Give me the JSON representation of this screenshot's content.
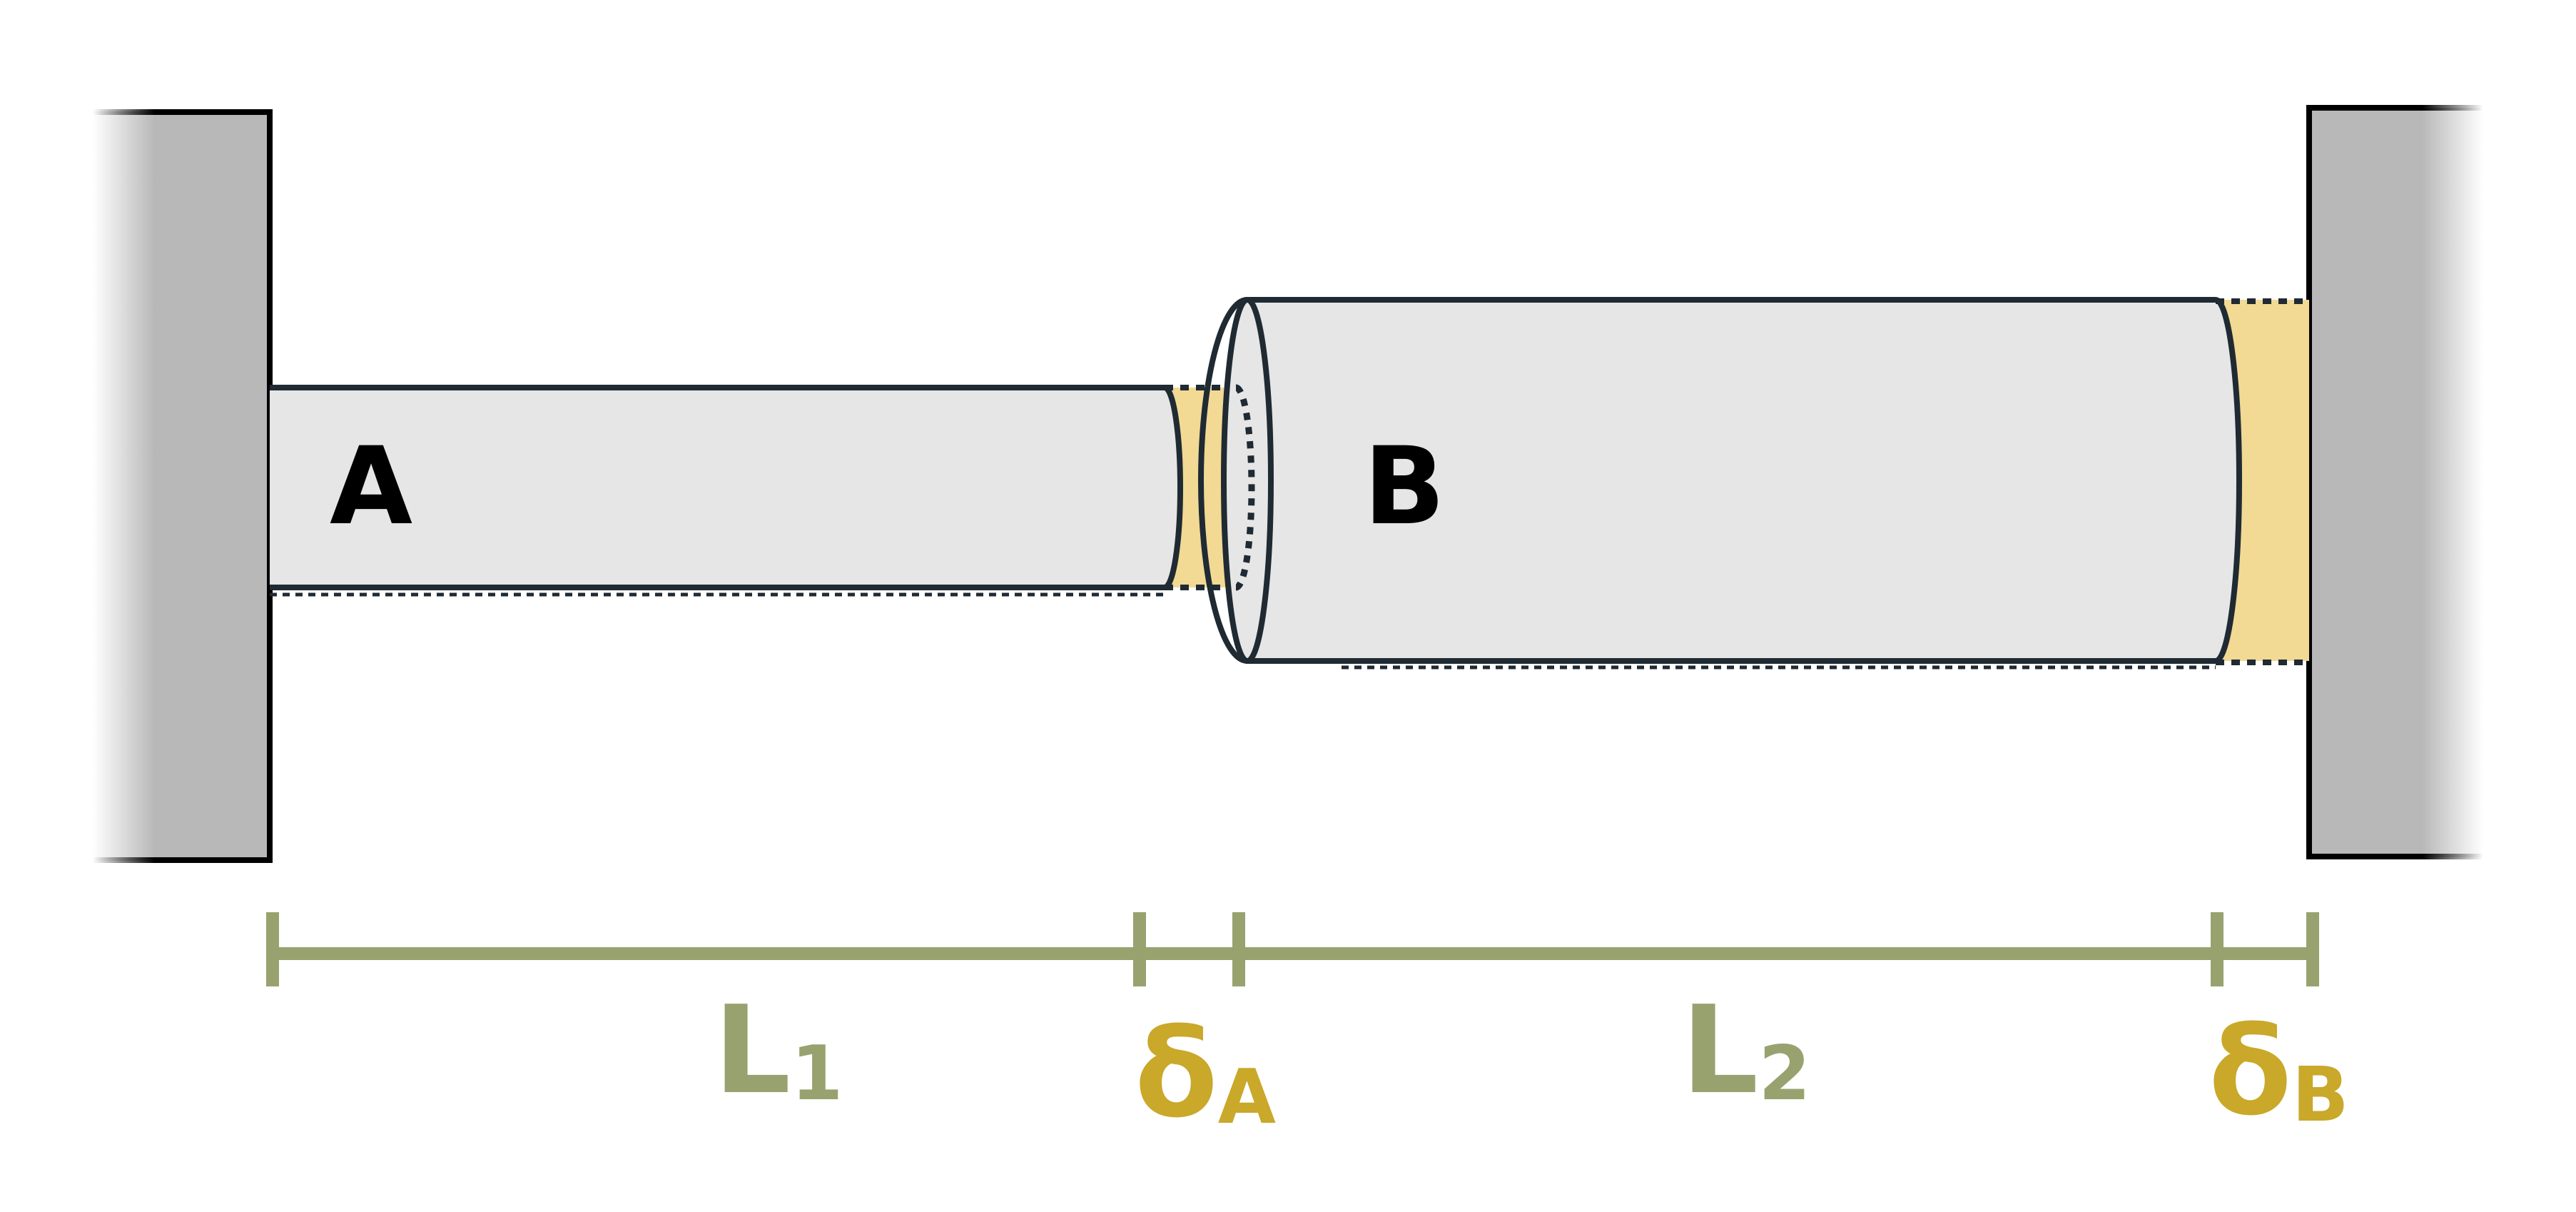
{
  "diagram": {
    "bar_a": {
      "label": "A"
    },
    "bar_b": {
      "label": "B"
    },
    "dimensions": {
      "l1": {
        "main": "L",
        "sub": "1"
      },
      "l2": {
        "main": "L",
        "sub": "2"
      },
      "delta_a": {
        "main": "δ",
        "sub": "A"
      },
      "delta_b": {
        "main": "δ",
        "sub": "B"
      }
    }
  },
  "colors": {
    "wall": "#b8b8b8",
    "bar_fill": "#e6e6e6",
    "outline": "#1f2a33",
    "gap_fill": "#f2d994",
    "dimension_line": "#98a26f",
    "delta_text": "#c9a82a"
  }
}
